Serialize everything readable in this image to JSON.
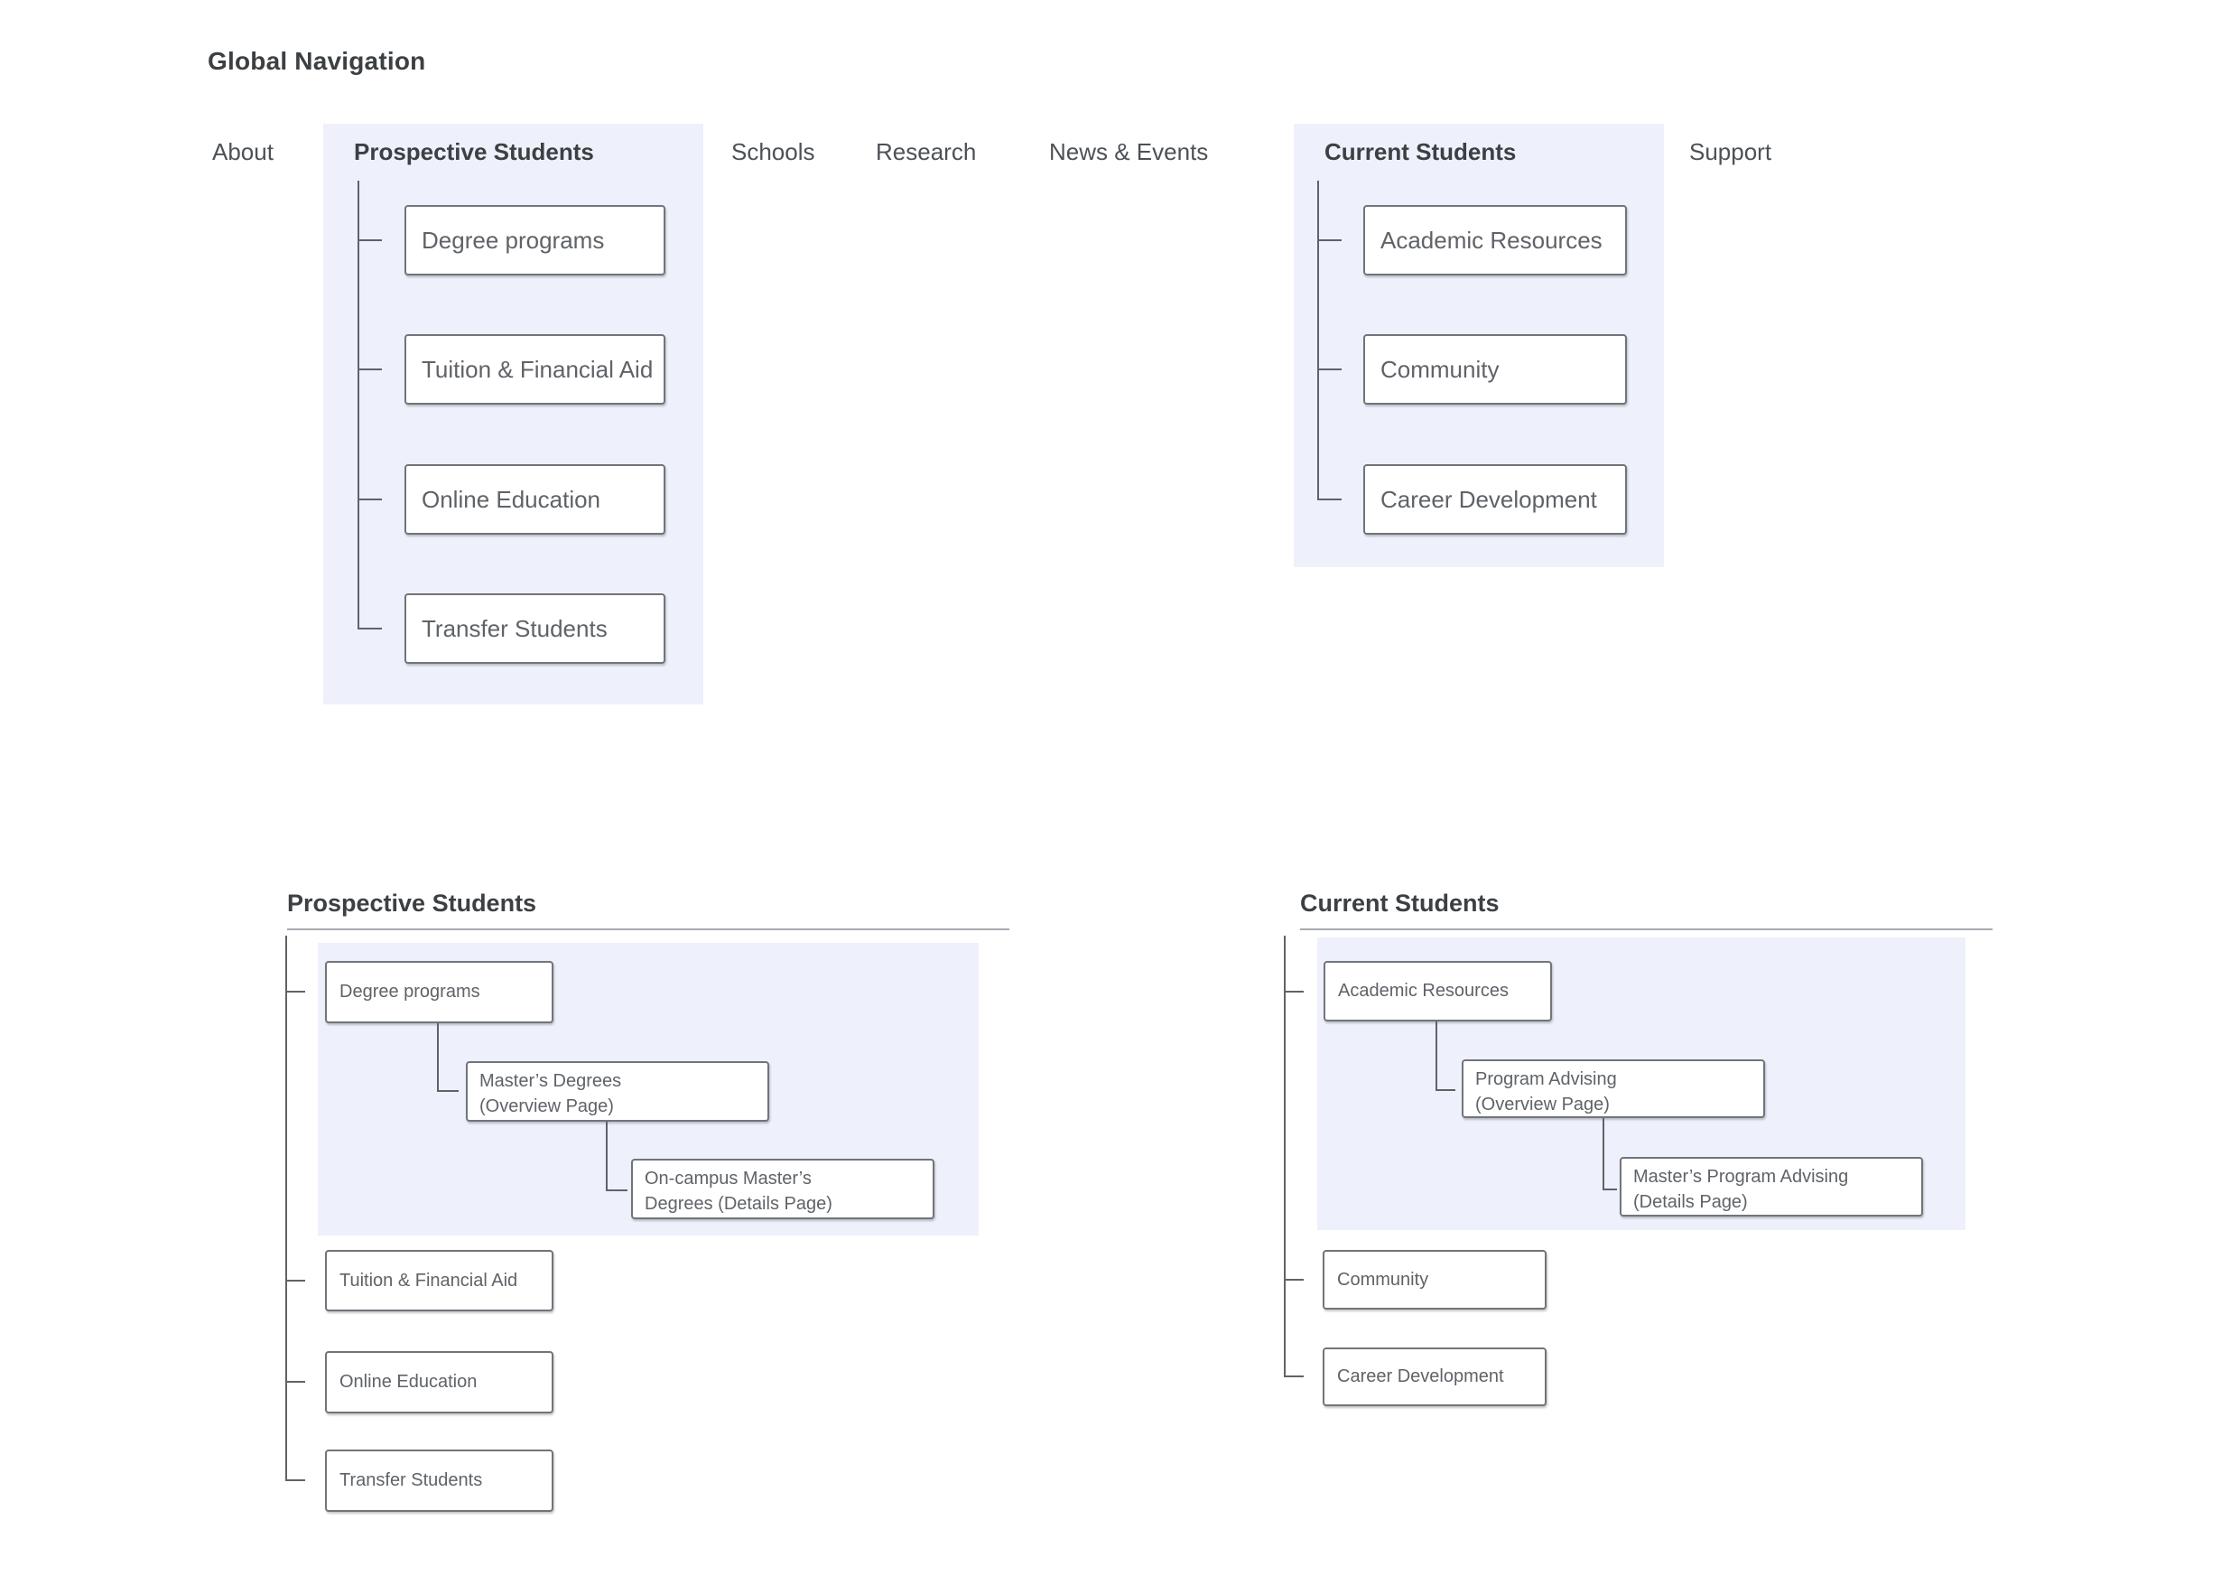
{
  "title": "Global Navigation",
  "nav": {
    "about": "About",
    "schools": "Schools",
    "research": "Research",
    "news_events": "News & Events",
    "support": "Support",
    "prospective": {
      "heading": "Prospective Students",
      "items": [
        "Degree programs",
        "Tuition & Financial Aid",
        "Online Education",
        "Transfer Students"
      ]
    },
    "current": {
      "heading": "Current Students",
      "items": [
        "Academic Resources",
        "Community",
        "Career Development"
      ]
    }
  },
  "detail_sections": {
    "prospective": {
      "heading": "Prospective Students",
      "level1": [
        "Degree programs",
        "Tuition & Financial Aid",
        "Online Education",
        "Transfer Students"
      ],
      "level2": "Master’s Degrees (Overview Page)",
      "level3": "On-campus Master’s Degrees (Details Page)"
    },
    "current": {
      "heading": "Current Students",
      "level1": [
        "Academic Resources",
        "Community",
        "Career Development"
      ],
      "level2": "Program Advising (Overview Page)",
      "level3": "Master’s Program Advising (Details Page)"
    }
  },
  "colors": {
    "page_bg": "#ffffff",
    "panel_bg": "#eef1fb",
    "box_border": "#70757a",
    "box_text": "#5f6368",
    "heading_text": "#3c4043",
    "nav_text": "#4d5156",
    "connector": "#5f6368",
    "rule": "#a6abb1"
  }
}
